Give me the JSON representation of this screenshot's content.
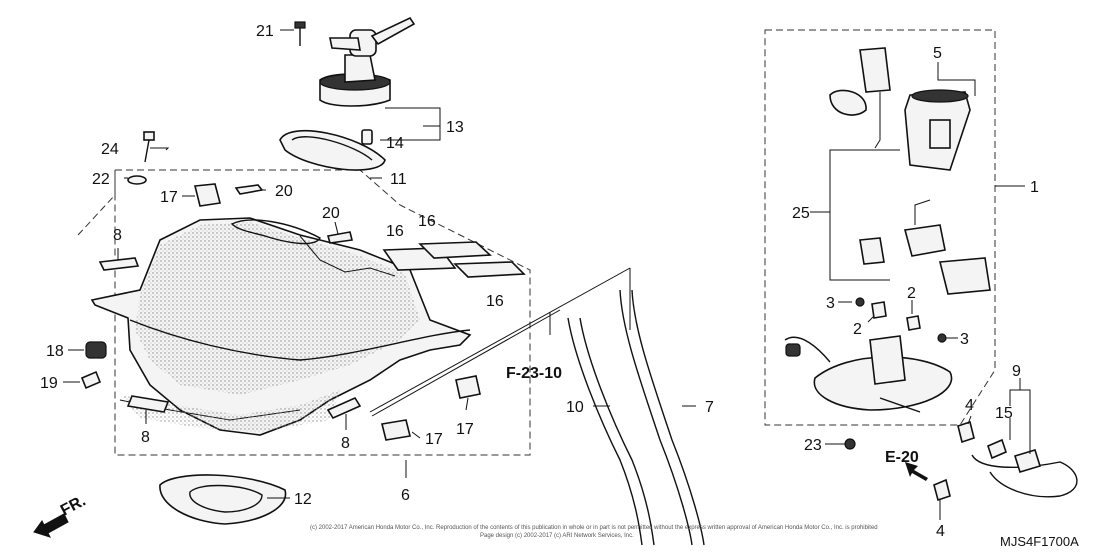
{
  "diagram": {
    "callouts": {
      "c1": "1",
      "c2a": "2",
      "c2b": "2",
      "c3a": "3",
      "c3b": "3",
      "c4a": "4",
      "c4b": "4",
      "c5": "5",
      "c6": "6",
      "c7": "7",
      "c8a": "8",
      "c8b": "8",
      "c8c": "8",
      "c9": "9",
      "c10": "10",
      "c11": "11",
      "c12": "12",
      "c13": "13",
      "c14": "14",
      "c15": "15",
      "c16a": "16",
      "c16b": "16",
      "c16c": "16",
      "c17a": "17",
      "c17b": "17",
      "c17c": "17",
      "c18": "18",
      "c19": "19",
      "c20a": "20",
      "c20b": "20",
      "c21": "21",
      "c22": "22",
      "c23": "23",
      "c24": "24",
      "c25": "25"
    },
    "refs": {
      "f23": "F-23-10",
      "e20": "E-20"
    },
    "front_label": "FR.",
    "code": "MJS4F1700A",
    "copyright_line1": "(c) 2002-2017 American Honda Motor Co., Inc. Reproduction of the contents of this publication in whole or in part is not permitted without the express written approval of American Honda Motor Co., Inc. is prohibited",
    "copyright_line2": "Page design (c) 2002-2017 (c) ARI Network Services, Inc."
  }
}
